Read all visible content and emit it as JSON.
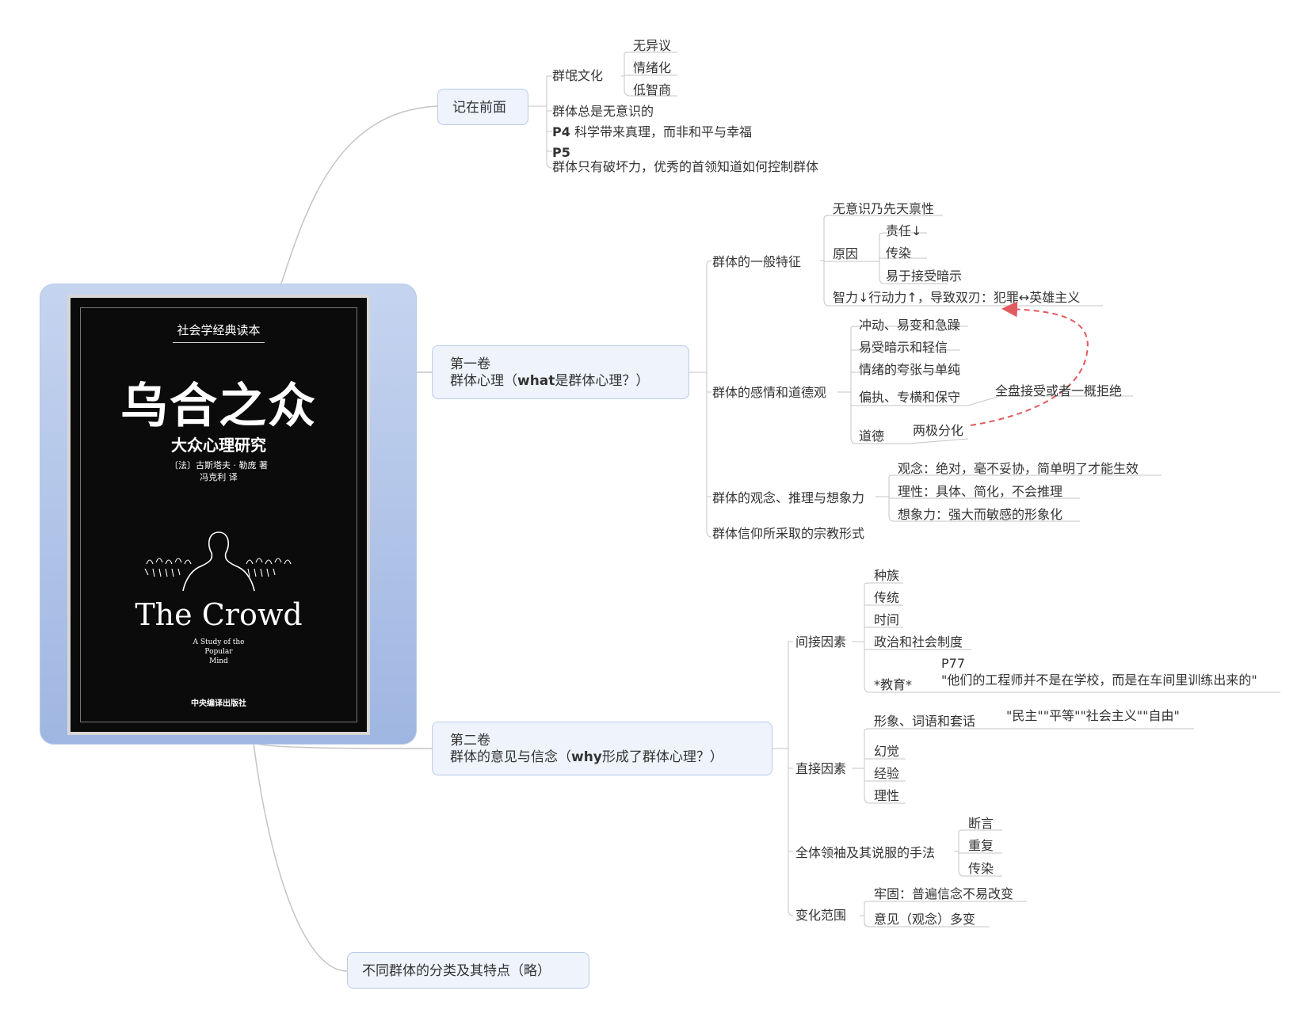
{
  "colors": {
    "branch_fill": "#eef3fc",
    "branch_border": "#b9cbe8",
    "line": "#c4c4c4",
    "arrow": "#e05a5f",
    "cover_bg": "#0b0b0b"
  },
  "cover": {
    "series": "社会学经典读本",
    "title_zh": "乌合之众",
    "subtitle_zh": "大众心理研究",
    "author": "〔法〕古斯塔夫 · 勒庞 著",
    "translator": "冯克利 译",
    "title_en": "The Crowd",
    "subtitle_en_1": "A Study of the",
    "subtitle_en_2": "Popular",
    "subtitle_en_3": "Mind",
    "publisher": "中央编译出版社"
  },
  "branches": {
    "preface": {
      "label": "记在前面",
      "mob_culture": "群氓文化",
      "mob_items": [
        "无异议",
        "情绪化",
        "低智商"
      ],
      "unconscious": "群体总是无意识的",
      "p4_tag": "P4",
      "p4_text": "科学带来真理，而非和平与幸福",
      "p5_tag": "P5",
      "p5_text": "群体只有破坏力，优秀的首领知道如何控制群体"
    },
    "vol1": {
      "line1": "第一卷",
      "line2_a": "群体心理（",
      "line2_b": "what",
      "line2_c": "是群体心理？）",
      "general": "群体的一般特征",
      "innate": "无意识乃先天禀性",
      "cause": "原因",
      "cause_items": [
        "责任↓",
        "传染",
        "易于接受暗示"
      ],
      "intelligence": "智力↓行动力↑，导致双刃：犯罪↔英雄主义",
      "emotion": "群体的感情和道德观",
      "emotion_items": [
        "冲动、易变和急躁",
        "易受暗示和轻信",
        "情绪的夸张与单纯",
        "偏执、专横和保守"
      ],
      "accept_all": "全盘接受或者一概拒绝",
      "morality": "道德",
      "polarize": "两极分化",
      "ideas": "群体的观念、推理与想象力",
      "ideas_items": [
        "观念：绝对，毫不妥协，简单明了才能生效",
        "理性：具体、简化，不会推理",
        "想象力：强大而敏感的形象化"
      ],
      "religion": "群体信仰所采取的宗教形式"
    },
    "vol2": {
      "line1": "第二卷",
      "line2_a": "群体的意见与信念（",
      "line2_b": "why",
      "line2_c": "形成了群体心理？）",
      "indirect": "间接因素",
      "indirect_items": [
        "种族",
        "传统",
        "时间",
        "政治和社会制度"
      ],
      "education": "*教育*",
      "p77_tag": "P77",
      "p77_quote": "\"他们的工程师并不是在学校，而是在车间里训练出来的\"",
      "direct": "直接因素",
      "images_words": "形象、词语和套话",
      "slogans": "\"民主\"\"平等\"\"社会主义\"\"自由\"",
      "direct_items": [
        "幻觉",
        "经验",
        "理性"
      ],
      "leaders": "全体领袖及其说服的手法",
      "leader_items": [
        "断言",
        "重复",
        "传染"
      ],
      "change": "变化范围",
      "change_items": [
        "牢固：普遍信念不易改变",
        "意见（观念）多变"
      ]
    },
    "types": {
      "label": "不同群体的分类及其特点（略）"
    }
  }
}
